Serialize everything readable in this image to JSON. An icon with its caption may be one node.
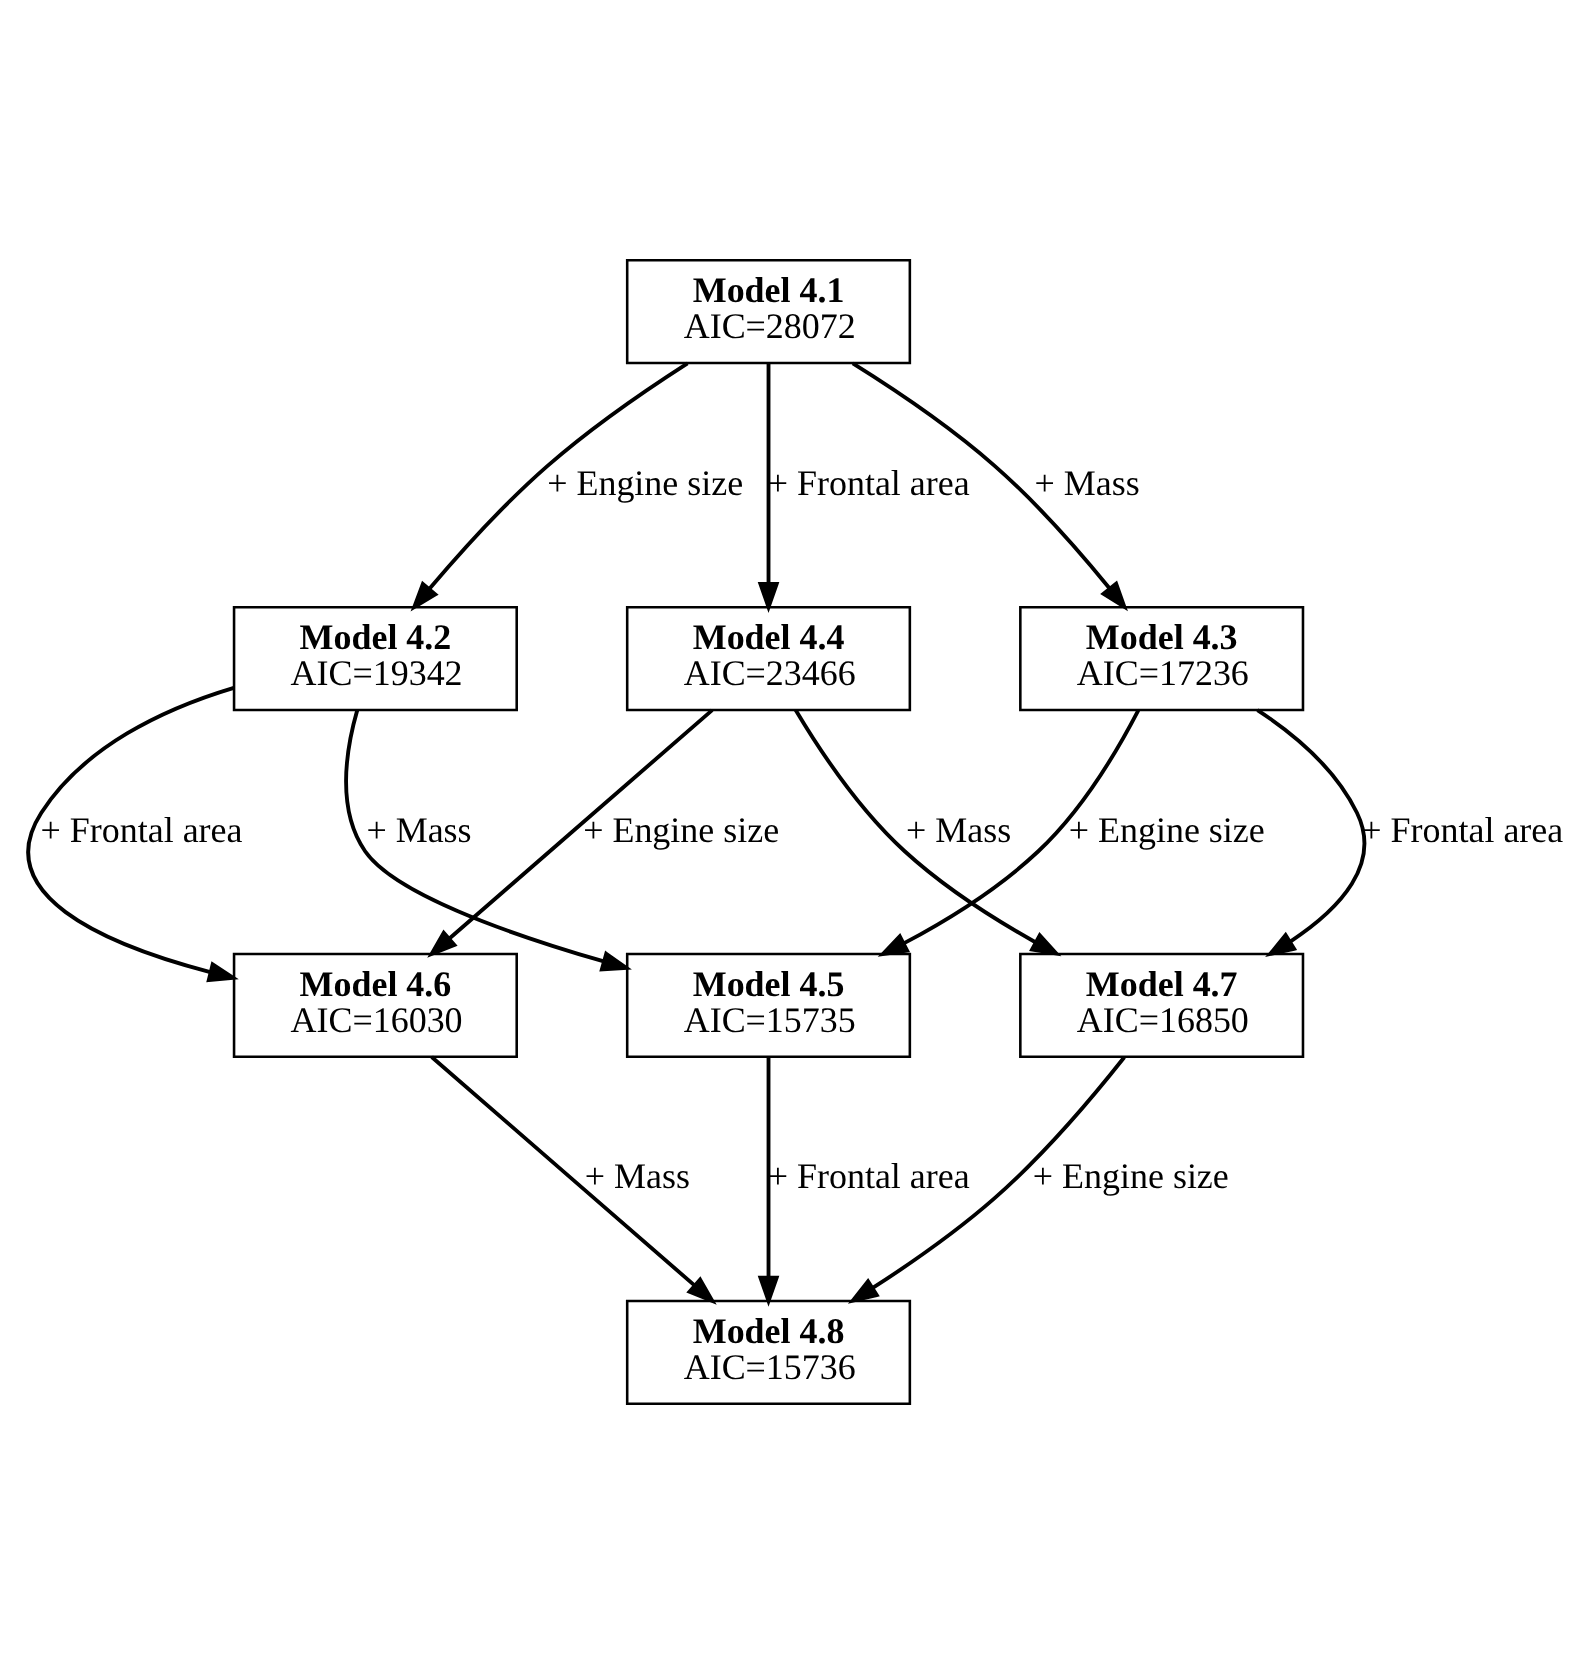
{
  "diagram": {
    "nodes": [
      {
        "text": [
          "Model 4.1",
          "AIC=28072"
        ]
      },
      {
        "text": [
          "Model 4.2",
          "AIC=19342"
        ]
      },
      {
        "text": [
          "Model 4.3",
          "AIC=17236"
        ]
      },
      {
        "text": [
          "Model 4.4",
          "AIC=23466"
        ]
      },
      {
        "text": [
          "Model 4.5",
          "AIC=15735"
        ]
      },
      {
        "text": [
          "Model 4.6",
          "AIC=16030"
        ]
      },
      {
        "text": [
          "Model 4.7",
          "AIC=16850"
        ]
      },
      {
        "text": [
          "Model 4.8",
          "AIC=15736"
        ]
      }
    ],
    "edges": [
      {
        "from": 0,
        "to": 1,
        "arrow": "to",
        "label": "+ Engine size"
      },
      {
        "from": 0,
        "to": 2,
        "arrow": "to",
        "label": "+ Mass"
      },
      {
        "from": 0,
        "to": 3,
        "arrow": "to",
        "label": "+ Frontal area"
      },
      {
        "from": 1,
        "to": 4,
        "arrow": "to",
        "label": "+ Mass"
      },
      {
        "from": 1,
        "to": 5,
        "arrow": "to",
        "label": "+ Frontal area"
      },
      {
        "from": 2,
        "to": 4,
        "arrow": "to",
        "label": "+ Engine size"
      },
      {
        "from": 2,
        "to": 6,
        "arrow": "to",
        "label": "+ Frontal area"
      },
      {
        "from": 3,
        "to": 5,
        "arrow": "to",
        "label": "+ Engine size"
      },
      {
        "from": 3,
        "to": 6,
        "arrow": "to",
        "label": "+ Mass"
      },
      {
        "from": 4,
        "to": 7,
        "arrow": "to",
        "label": "+ Frontal area"
      },
      {
        "from": 5,
        "to": 7,
        "arrow": "to",
        "label": "+ Mass"
      },
      {
        "from": 6,
        "to": 7,
        "arrow": "to",
        "label": "+ Engine size"
      }
    ]
  }
}
